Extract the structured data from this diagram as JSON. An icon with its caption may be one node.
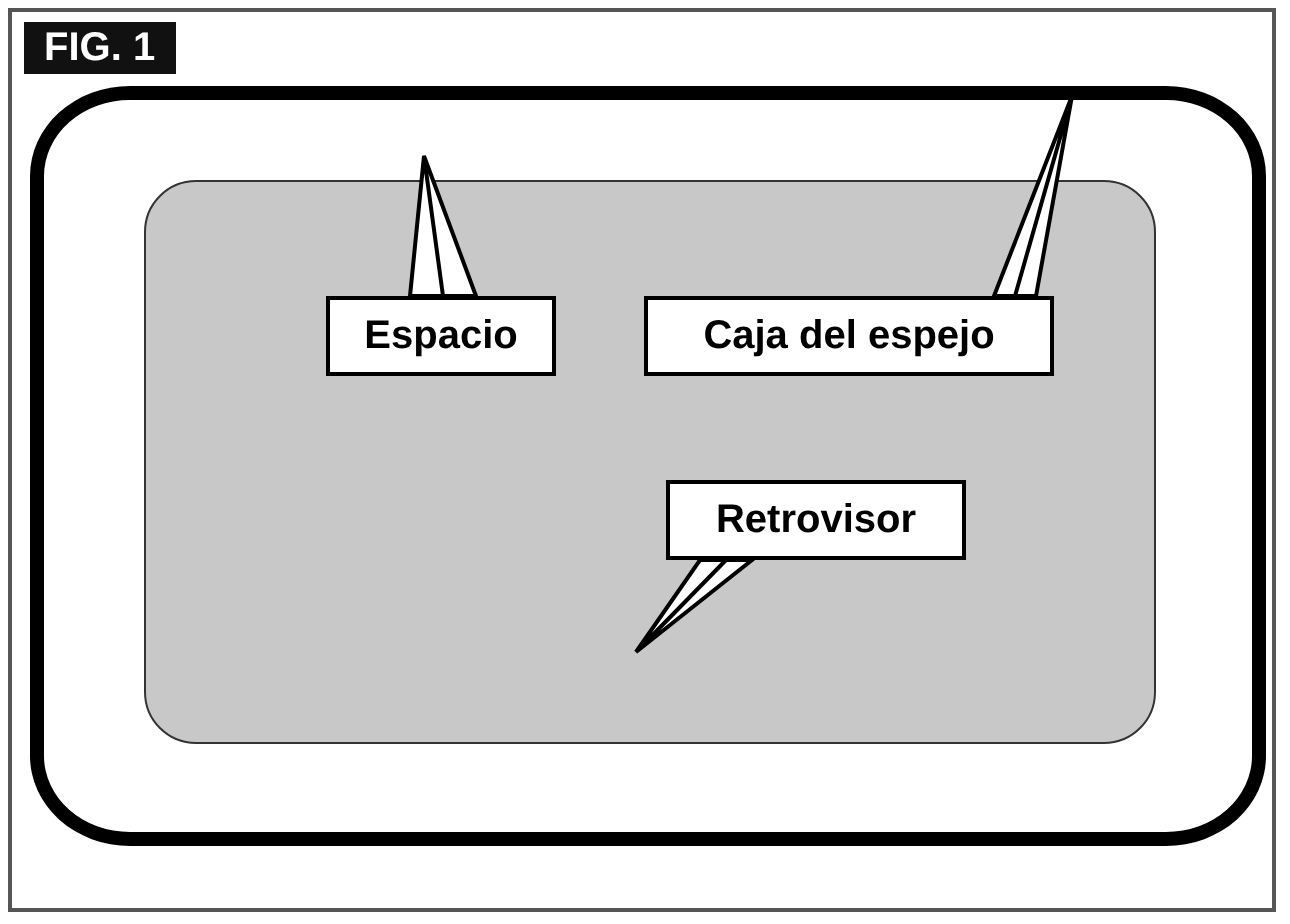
{
  "diagram": {
    "title": "FIG. 1",
    "nodes": [
      {
        "text": [],
        "shape": "box"
      },
      {
        "text": [],
        "shape": "box",
        "in": 0
      },
      {
        "text": [
          "Espacio"
        ],
        "in": 1
      },
      {
        "text": [
          "Caja del espejo"
        ],
        "in": 1
      },
      {
        "text": [
          "Retrovisor"
        ],
        "in": 1
      }
    ],
    "edges": [
      {
        "from": 2,
        "to": null,
        "arrow": "none"
      },
      {
        "from": 3,
        "to": 0,
        "arrow": "none"
      },
      {
        "from": 4,
        "to": 1,
        "arrow": "none"
      }
    ]
  }
}
